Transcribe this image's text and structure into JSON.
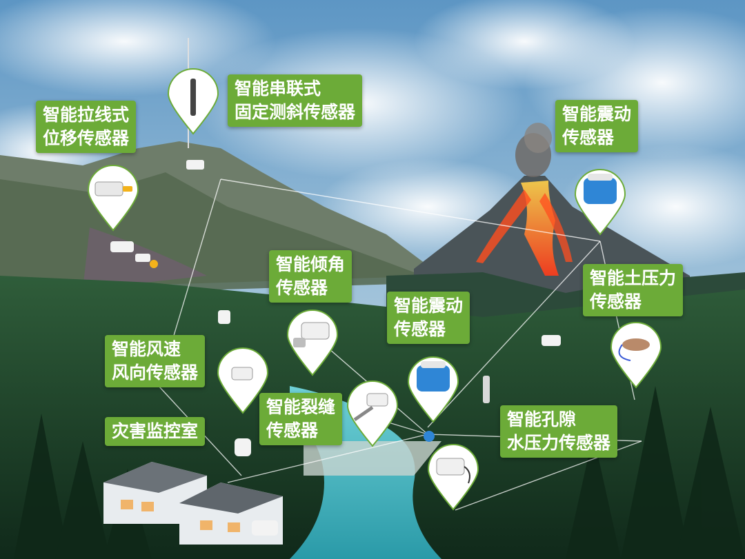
{
  "labels": {
    "wire_displacement": [
      "智能拉线式",
      "位移传感器"
    ],
    "serial_inclinometer": [
      "智能串联式",
      "固定测斜传感器"
    ],
    "vibration_volcano": [
      "智能震动",
      "传感器"
    ],
    "tilt": [
      "智能倾角",
      "传感器"
    ],
    "vibration_river": [
      "智能震动",
      "传感器"
    ],
    "soil_pressure": [
      "智能土压力",
      "传感器"
    ],
    "wind": [
      "智能风速",
      "风向传感器"
    ],
    "crack": [
      "智能裂缝",
      "传感器"
    ],
    "control_room": [
      "灾害监控室"
    ],
    "pore_pressure": [
      "智能孔隙",
      "水压力传感器"
    ]
  },
  "colors": {
    "tag_green": "#6cab38",
    "sky_top": "#5d96c4",
    "forest_dark": "#163b22",
    "river": "#3fb6c2",
    "lava": "#ff4d1f"
  }
}
